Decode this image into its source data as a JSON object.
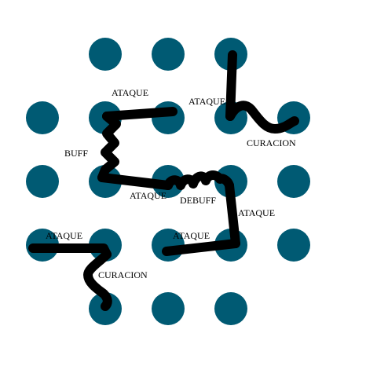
{
  "board": {
    "background": "#ffffff",
    "node_color": "#005a73",
    "path_color": "#000000",
    "rows": [
      [
        false,
        true,
        true,
        true,
        false
      ],
      [
        true,
        true,
        true,
        true,
        true
      ],
      [
        true,
        true,
        true,
        true,
        true
      ],
      [
        true,
        true,
        true,
        true,
        true
      ],
      [
        false,
        true,
        true,
        true,
        false
      ]
    ]
  },
  "labels": {
    "ataque_top": "ATAQUE",
    "ataque_top_right": "ATAQUE",
    "curacion_right": "CURACION",
    "buff": "BUFF",
    "ataque_mid": "ATAQUE",
    "debuff": "DEBUFF",
    "ataque_right": "ATAQUE",
    "ataque_lower": "ATAQUE",
    "ataque_left": "ATAQUE",
    "curacion_bottom": "CURACION"
  },
  "paths": [
    {
      "name": "ataque-top-path",
      "type": "straight"
    },
    {
      "name": "ataque-top-right-path",
      "type": "straight"
    },
    {
      "name": "curacion-right-path",
      "type": "curve"
    },
    {
      "name": "buff-path",
      "type": "zigzag"
    },
    {
      "name": "ataque-mid-path",
      "type": "straight"
    },
    {
      "name": "debuff-path",
      "type": "coil"
    },
    {
      "name": "ataque-right-path",
      "type": "straight"
    },
    {
      "name": "ataque-lower-path",
      "type": "straight"
    },
    {
      "name": "ataque-left-path",
      "type": "straight"
    },
    {
      "name": "curacion-bottom-path",
      "type": "curve"
    }
  ]
}
